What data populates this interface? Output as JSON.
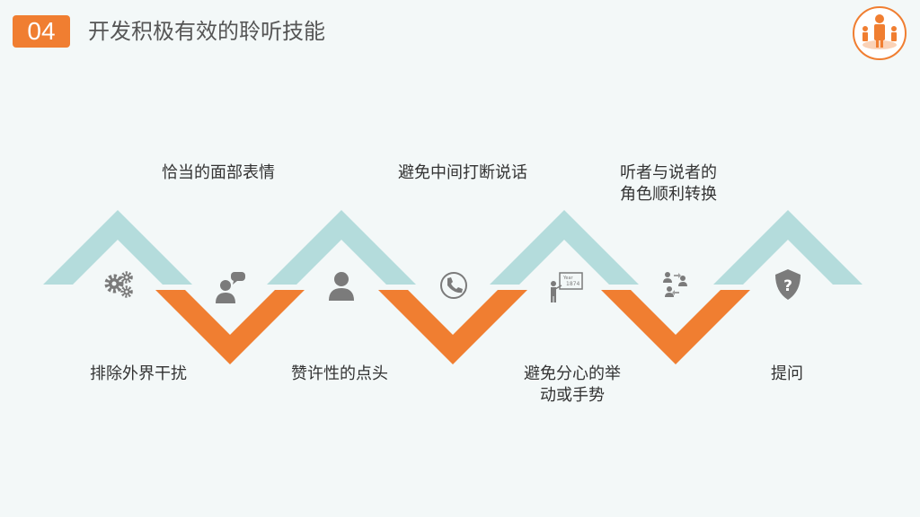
{
  "header": {
    "section_number": "04",
    "title": "开发积极有效的聆听技能"
  },
  "colors": {
    "accent_orange": "#f07e31",
    "accent_teal": "#b4dcdc",
    "icon_gray": "#7b7b7b",
    "background": "#f3f8f8"
  },
  "steps": [
    {
      "position": "bottom",
      "label": "排除外界干扰",
      "icon": "gears-icon"
    },
    {
      "position": "top",
      "label": "恰当的面部表情",
      "icon": "person-speech-bubble-icon"
    },
    {
      "position": "bottom",
      "label": "赞许性的点头",
      "icon": "user-icon"
    },
    {
      "position": "top",
      "label": "避免中间打断说话",
      "icon": "phone-icon"
    },
    {
      "position": "bottom",
      "label": "避免分心的举动或手势",
      "label_line1": "避免分心的举",
      "label_line2": "动或手势",
      "icon": "presenter-board-icon",
      "board_text1": "Year",
      "board_text2": "1874"
    },
    {
      "position": "top",
      "label": "听者与说者的角色顺利转换",
      "label_line1": "听者与说者的",
      "label_line2": "角色顺利转换",
      "icon": "people-exchange-icon"
    },
    {
      "position": "bottom",
      "label": "提问",
      "icon": "shield-question-icon",
      "glyph": "?"
    }
  ]
}
